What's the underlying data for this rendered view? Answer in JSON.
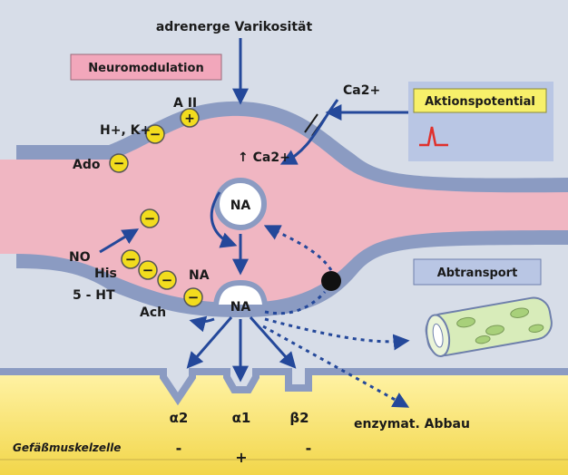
{
  "labels": {
    "varicosity": "adrenerge Varikosität",
    "neuromodulation": "Neuromodulation",
    "action_potential": "Aktionspotential",
    "removal": "Abtransport",
    "ca_outside": "Ca2+",
    "ca_inside": "↑ Ca2+",
    "na_vesicle": "NA",
    "na_release": "NA",
    "na_modulator": "NA",
    "a2": "A II",
    "h_k": "H+, K+",
    "ado": "Ado",
    "no": "NO",
    "his": "His",
    "ht5": "5 - HT",
    "ach": "Ach",
    "alpha2": "α2",
    "alpha1": "α1",
    "beta2": "β2",
    "enzymatic": "enzymat. Abbau",
    "muscle_cell": "Gefäßmuskelzelle",
    "sign_alpha2": "-",
    "sign_alpha1": "+",
    "sign_beta2": "-",
    "plus_sign": "+",
    "minus_sign": "−"
  },
  "colors": {
    "background": "#d7dde8",
    "axon_fill": "#f0b6c2",
    "membrane": "#8b9bc2",
    "membrane_dark": "#6e7fab",
    "muscle_fill": "#ffea7a",
    "arrow": "#24489a",
    "badge_pink": "#f2a7bb",
    "badge_yellow": "#f7f06a",
    "badge_blue": "#b9c6e4",
    "receptor_dot": "#f2dc1e",
    "transporter": "#111111",
    "spike": "#e0302c"
  },
  "icons": {
    "spike": "action-potential-spike-icon",
    "capillary": "capillary-icon"
  }
}
